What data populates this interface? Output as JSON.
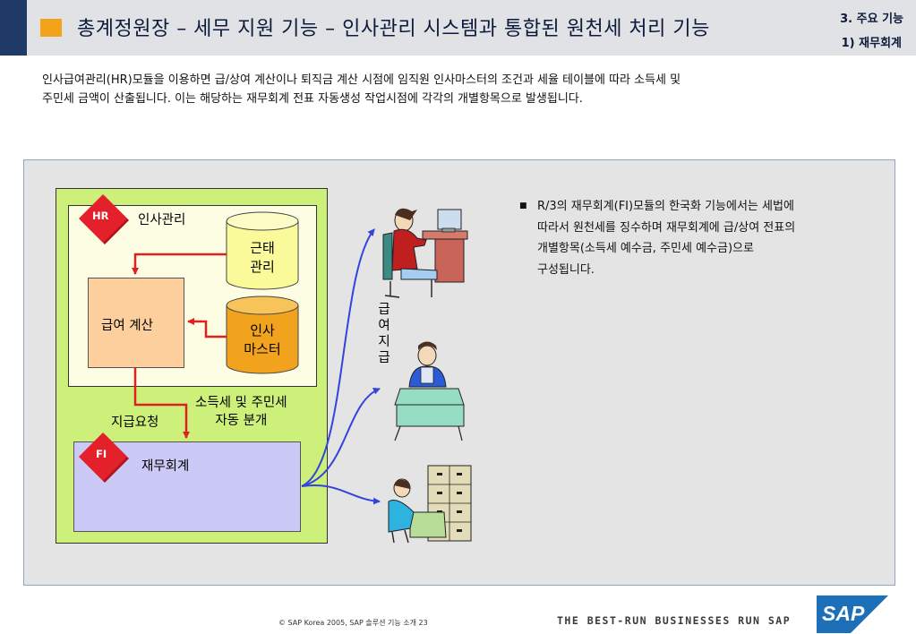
{
  "header": {
    "title": "총계정원장 – 세무 지원 기능 – 인사관리 시스템과 통합된 원천세 처리 기능",
    "section": "3. 주요 기능",
    "subsection": "1) 재무회계"
  },
  "intro": {
    "line1": "인사급여관리(HR)모듈을 이용하면 급/상여 계산이나 퇴직금 계산 시점에 임직원 인사마스터의 조건과 세율 테이블에 따라 소득세 및",
    "line2": "주민세 금액이 산출됩니다. 이는 해당하는 재무회계 전표 자동생성 작업시점에 각각의 개별항목으로 발생됩니다."
  },
  "diagram": {
    "hr_badge": "HR",
    "hr_label": "인사관리",
    "attendance_line1": "근태",
    "attendance_line2": "관리",
    "master_line1": "인사",
    "master_line2": "마스터",
    "payroll": "급여 계산",
    "tax_split_line1": "소득세 및 주민세",
    "tax_split_line2": "자동 분개",
    "payment_request": "지급요청",
    "fi_badge": "FI",
    "fi_label": "재무회계",
    "payment_vertical": [
      "급",
      "여",
      "지",
      "급"
    ]
  },
  "bullet": {
    "line1": "R/3의 재무회계(FI)모듈의 한국화 기능에서는 세법에",
    "line2": "따라서 원천세를 징수하며 재무회계에 급/상여 전표의",
    "line3": "개별항목(소득세 예수금, 주민세 예수금)으로",
    "line4": "구성됩니다."
  },
  "footer": {
    "copyright": "©   SAP Korea 2005, SAP 솔루션 기능 소개    23",
    "slogan": "THE BEST-RUN BUSINESSES RUN SAP",
    "logo_text": "SAP"
  },
  "colors": {
    "header_navy": "#1f3a66",
    "header_orange": "#f3a31a",
    "green_area": "#ccf07a",
    "payroll_box": "#fdcf9c",
    "fi_box": "#cbcaf6",
    "cylinder_yellow": "#fafa9a",
    "cylinder_orange": "#f2a31e",
    "badge_red": "#e4212a",
    "flow_arrow_red": "#e02020",
    "fi_arrow_blue": "#3344dd",
    "sap_logo_blue": "#1d6fb8"
  },
  "icons": [
    "hr-diamond-icon",
    "fi-diamond-icon",
    "employee-at-desk-icon",
    "manager-at-desk-icon",
    "clerk-filing-cabinet-icon",
    "sap-logo-icon"
  ]
}
